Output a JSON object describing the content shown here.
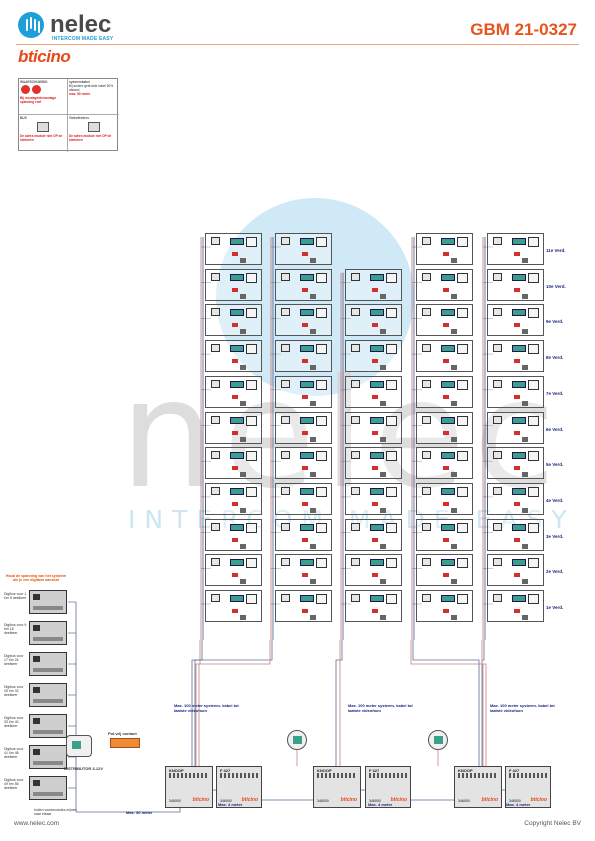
{
  "header": {
    "brand_name": "nelec",
    "brand_tagline": "INTERCOM MADE EASY",
    "partner_name": "bticino",
    "doc_code": "GBM 21-0327"
  },
  "legend": {
    "top_left_title": "WAARSCHUWING",
    "top_left_text": "Bij montage/demontage spanning eraf",
    "top_right_title": "systeemkabel",
    "top_right_text": "Bij andere gebruikte kabel 50% afstand",
    "top_right_red": "max. 50 meter",
    "bottom_left_title": "BUS",
    "bottom_left_red": "De adres module niet OP de klemmen",
    "bottom_right_title": "Videofeeders",
    "bottom_right_red": "De adres module niet OP de klemmen"
  },
  "watermark": {
    "big": "nelec",
    "sub": "INTERCOM MADE EASY"
  },
  "floors": [
    "11e Verd.",
    "10e Verd.",
    "9e Verd.",
    "8e Verd.",
    "7e Verd.",
    "6e Verd.",
    "5e Verd.",
    "4e Verd.",
    "3e Verd.",
    "2e Verd.",
    "1e Verd."
  ],
  "supply": {
    "note": "Houd de spanning van het systeem als je een digitbox aansluit",
    "items": [
      "Digibus voor 1 t/m 8 deelkeer",
      "Digibus voor 9 t/m 16 deelkeer",
      "Digibus voor 17 t/m 24 deelkeer",
      "Digibus voor 25 t/m 32 deelkeer",
      "Digibus voor 33 t/m 40 deelkeer",
      "Digibus voor 41 t/m 48 deelkeer",
      "Digibus voor 49 t/m 56 deelkeer"
    ],
    "foot_note": "Indien voedmodules mijnen naar elkaar"
  },
  "power_label": "Pol.vrij contact",
  "distribution_label": "DISTRIBUTOR 3-12V",
  "cable_note": "Max. 100 meter systeem- kabel tot laatste videofoon",
  "modules": {
    "main_label": "KNOOP",
    "aux_label": "F 427",
    "code": "346000",
    "brand": "bticino"
  },
  "distances": [
    "Max. 50 meter",
    "Max. 4 meter",
    "Max. 4 meter",
    "Max. 4 meter"
  ],
  "footer": {
    "website": "www.nelec.com",
    "copyright": "Copyright Nelec BV"
  }
}
